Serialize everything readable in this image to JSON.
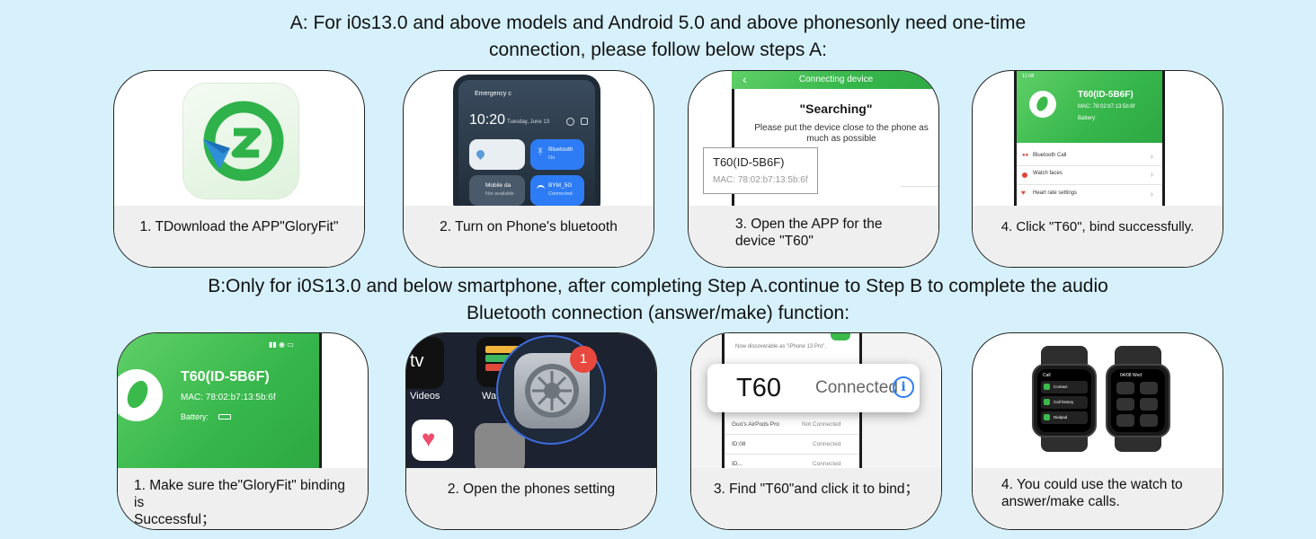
{
  "section_a": {
    "heading_line1": "A: For i0s13.0 and above models and Android 5.0 and above phonesonly need one-time",
    "heading_line2": "connection, please follow below steps A:",
    "steps": [
      {
        "caption": "1. TDownload the APP\"GloryFit\""
      },
      {
        "caption": "2. Turn on Phone's bluetooth",
        "phone": {
          "status": "Emergency c",
          "time": "10:20",
          "date": "Tuesday, June 13",
          "tile_bluetooth": "Bluetooth",
          "tile_bluetooth_state": "On",
          "tile_mobile": "Mobile da",
          "tile_mobile_state": "Not available",
          "tile_wifi": "BYM_5G",
          "tile_wifi_state": "Connected"
        }
      },
      {
        "caption_line1": "3. Open the APP for the",
        "caption_line2": "device \"T60\"",
        "app": {
          "header": "Connecting device",
          "searching": "\"Searching\"",
          "hint_line1": "Please put the device close to the phone as",
          "hint_line2": "much as possible",
          "device_name": "T60(ID-5B6F)",
          "device_mac": "MAC: 78:02:b7:13:5b:6f"
        }
      },
      {
        "caption": "4. Click \"T60\", bind successfully.",
        "app": {
          "time": "11:08",
          "device_name": "T60(ID-5B6F)",
          "device_mac": "MAC: 78:02:b7:13:5b:6f",
          "battery": "Battery:",
          "items": [
            "Bluetooth Call",
            "Watch faces",
            "Heart rate settings"
          ]
        }
      }
    ]
  },
  "section_b": {
    "heading_line1": "B:Only for i0S13.0 and below smartphone, after completing Step A.continue to Step B to complete the audio",
    "heading_line2": "Bluetooth connection (answer/make) function:",
    "steps": [
      {
        "caption_line1": "1. Make sure the\"GloryFit\" binding is",
        "caption_line2": "Successful；",
        "app": {
          "device_name": "T60(ID-5B6F)",
          "device_mac": "MAC: 78:02:b7:13:5b:6f",
          "battery": "Battery:"
        }
      },
      {
        "caption": "2. Open the phones setting",
        "icons": {
          "tv": "tv",
          "videos": "Videos",
          "wallet": "Wa",
          "badge": "1"
        }
      },
      {
        "caption": "3. Find \"T60\"and click it to bind；",
        "bt": {
          "top_hint": "Now discoverable as \"iPhone 13 Pro\".",
          "device": "T60",
          "status": "Connected",
          "rows": [
            {
              "name": "Guo's AirPods Pro",
              "state": "Not Connected"
            },
            {
              "name": "ID:08",
              "state": "Connected"
            },
            {
              "name": "ID...",
              "state": "Connected"
            }
          ]
        }
      },
      {
        "caption_line1": "4. You could use the watch to",
        "caption_line2": "answer/make calls.",
        "watch": {
          "title": "Call",
          "items": [
            "Contact",
            "Call history",
            "Dialpad"
          ],
          "date": "04/08 Wed"
        }
      }
    ]
  },
  "colors": {
    "background": "#d6f1fb",
    "brand_green": "#3bba4c",
    "caption_bg": "#efefef",
    "ios_blue": "#2d7cf6"
  }
}
